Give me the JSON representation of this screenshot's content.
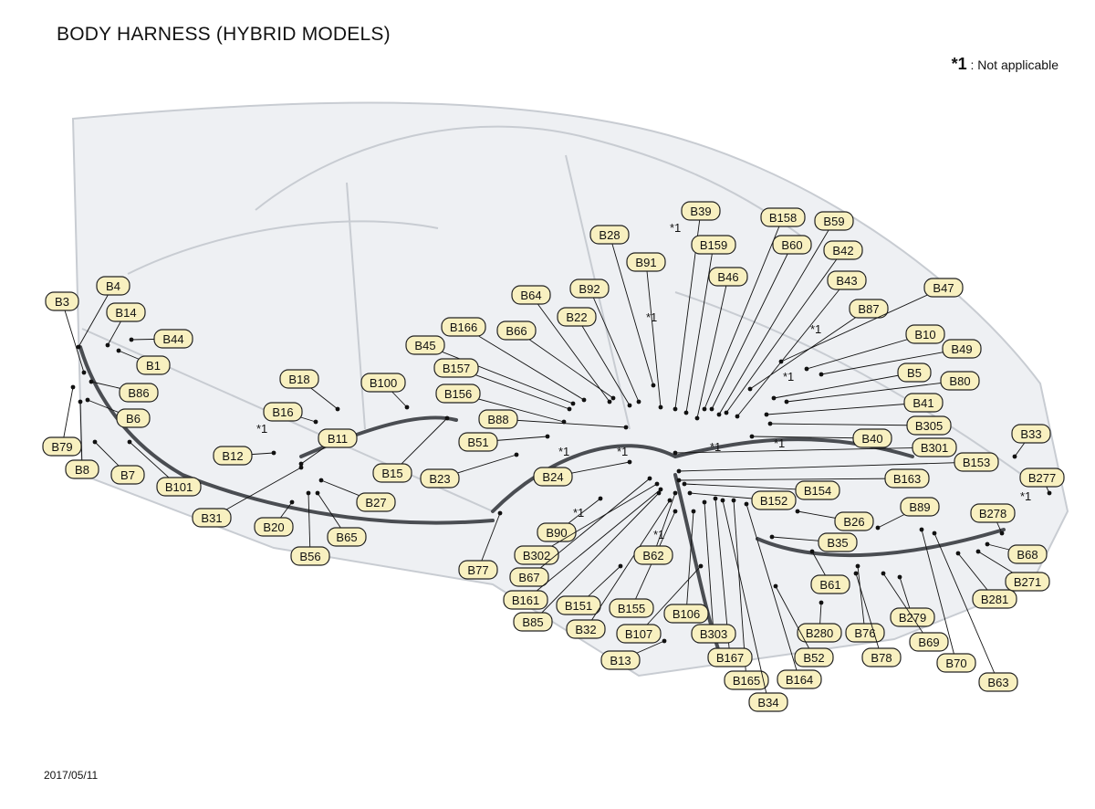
{
  "title": "BODY HARNESS (HYBRID MODELS)",
  "legend": {
    "marker": "*1",
    "text": ": Not applicable"
  },
  "date": "2017/05/11",
  "star_marker": "*1",
  "connectors": [
    "B3",
    "B4",
    "B14",
    "B44",
    "B1",
    "B86",
    "B6",
    "B79",
    "B8",
    "B7",
    "B101",
    "B18",
    "B16",
    "B12",
    "B11",
    "B100",
    "B15",
    "B31",
    "B20",
    "B56",
    "B65",
    "B27",
    "B45",
    "B166",
    "B157",
    "B156",
    "B88",
    "B51",
    "B23",
    "B24",
    "B64",
    "B66",
    "B92",
    "B22",
    "B28",
    "B91",
    "B39",
    "B159",
    "B46",
    "B158",
    "B60",
    "B59",
    "B42",
    "B43",
    "B87",
    "B47",
    "B10",
    "B49",
    "B5",
    "B80",
    "B41",
    "B305",
    "B40",
    "B301",
    "B153",
    "B33",
    "B277",
    "B163",
    "B154",
    "B152",
    "B26",
    "B89",
    "B278",
    "B68",
    "B271",
    "B281",
    "B35",
    "B61",
    "B279",
    "B280",
    "B76",
    "B69",
    "B78",
    "B70",
    "B63",
    "B52",
    "B164",
    "B165",
    "B34",
    "B167",
    "B303",
    "B106",
    "B107",
    "B13",
    "B155",
    "B151",
    "B32",
    "B62",
    "B90",
    "B302",
    "B67",
    "B161",
    "B85",
    "B77"
  ]
}
